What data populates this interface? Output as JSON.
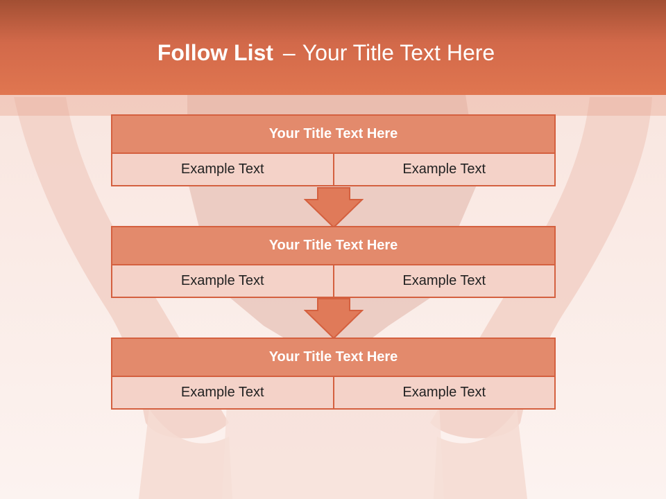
{
  "slide": {
    "title_bold": "Follow List",
    "title_separator": "–",
    "title_rest": "Your Title Text Here"
  },
  "steps": [
    {
      "title": "Your Title Text Here",
      "left": "Example Text",
      "right": "Example Text"
    },
    {
      "title": "Your Title Text Here",
      "left": "Example Text",
      "right": "Example Text"
    },
    {
      "title": "Your Title Text Here",
      "left": "Example Text",
      "right": "Example Text"
    }
  ],
  "colors": {
    "header": "#d2694a",
    "accent_border": "#d4603f",
    "block_title_fill": "#e38a6c",
    "block_cell_fill": "#f4d2c8",
    "background": "#fbf1ee"
  },
  "icons": {
    "flow_arrow": "down-arrow-icon"
  }
}
